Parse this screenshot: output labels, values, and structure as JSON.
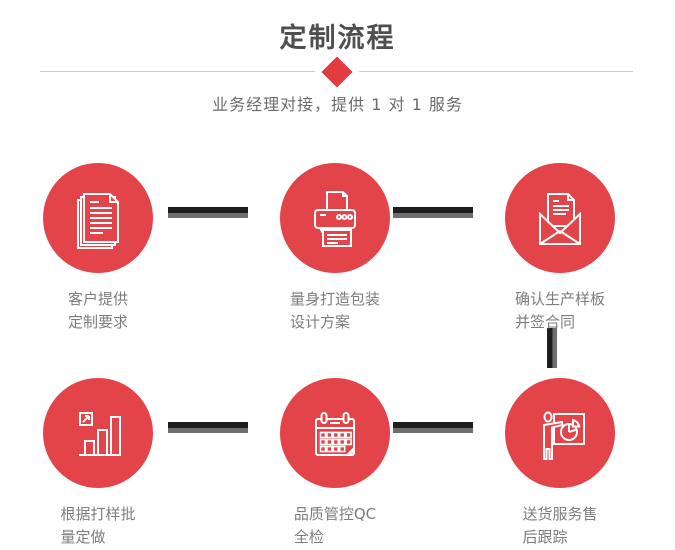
{
  "page": {
    "title": "定制流程",
    "subtitle": "业务经理对接，提供 1 对 1 服务"
  },
  "colors": {
    "circle_red": "#e2444a",
    "diamond_red": "#e23b40",
    "connector_dark": "#1e1e1e",
    "connector_gray": "#6e6e6e",
    "title_gray": "#4f4f4f",
    "caption_gray": "#7d7d7d",
    "divider_gray": "#c9c9c9"
  },
  "steps": [
    {
      "icon": "documents-icon",
      "line1": "客户提供",
      "line2": "定制要求"
    },
    {
      "icon": "printer-icon",
      "line1": "量身打造包装",
      "line2": "设计方案"
    },
    {
      "icon": "envelope-icon",
      "line1": "确认生产样板",
      "line2": "并签合同"
    },
    {
      "icon": "bar-chart-icon",
      "line1": "根据打样批",
      "line2": "量定做"
    },
    {
      "icon": "calendar-icon",
      "line1": "品质管控QC",
      "line2": "全检"
    },
    {
      "icon": "presentation-icon",
      "line1": "送货服务售",
      "line2": "后跟踪"
    }
  ]
}
